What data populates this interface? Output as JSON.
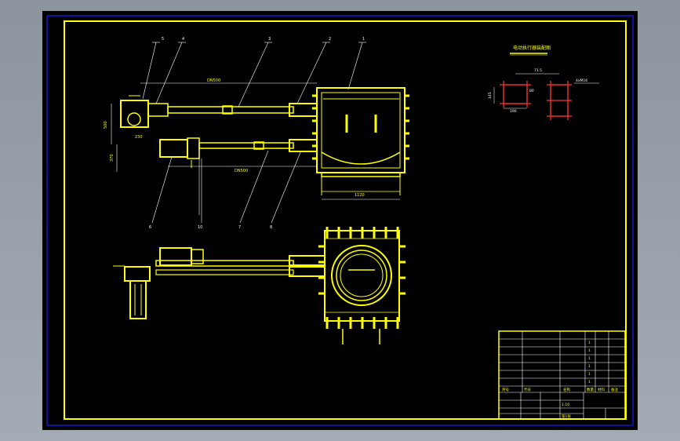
{
  "drawing": {
    "layout_title": "电动执行器装配图",
    "balloons": [
      "5",
      "4",
      "3",
      "2",
      "1",
      "6",
      "7",
      "8",
      "10"
    ],
    "dims": {
      "side_top": "DN500",
      "side_bottom": "DN500",
      "base": "1120",
      "left_a": "230",
      "left_b": "500",
      "left_c": "370",
      "detail_w": "71.5",
      "detail_h": "145",
      "detail_a": "80",
      "detail_b": "190",
      "detail_c": "4xM16"
    }
  },
  "title_block": {
    "bom_rows": [
      {
        "code": "",
        "name": "",
        "qty": "1",
        "mat": "",
        "note": ""
      },
      {
        "code": "",
        "name": "",
        "qty": "1",
        "mat": "",
        "note": ""
      },
      {
        "code": "",
        "name": "",
        "qty": "1",
        "mat": "",
        "note": ""
      },
      {
        "code": "",
        "name": "",
        "qty": "1",
        "mat": "",
        "note": ""
      },
      {
        "code": "",
        "name": "",
        "qty": "1",
        "mat": "",
        "note": ""
      },
      {
        "code": "",
        "name": "",
        "qty": "1",
        "mat": "",
        "note": ""
      }
    ],
    "header": [
      "序号",
      "代号",
      "名称",
      "数量",
      "材料",
      "备注"
    ],
    "project_title": "",
    "drawing_name": "",
    "scale": "1:10",
    "sheet": "第1张"
  },
  "colors": {
    "frame": "#ffff00",
    "border_blue": "#1a1aff",
    "detail_red": "#ff3333",
    "line_white": "#ffffff"
  }
}
